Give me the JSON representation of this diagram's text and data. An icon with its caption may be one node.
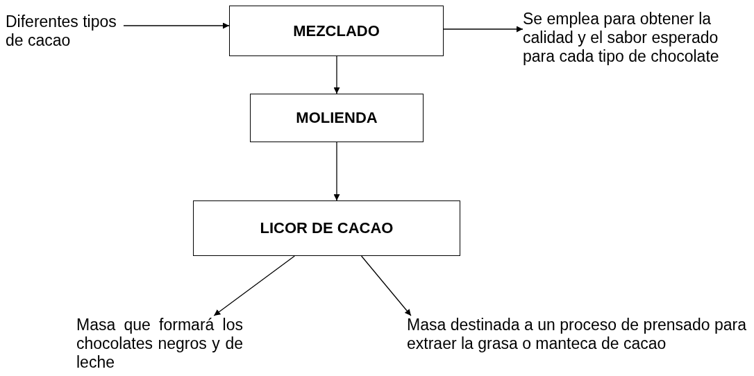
{
  "diagram": {
    "nodes": [
      {
        "text": [
          "Diferentes tipos de cacao"
        ]
      },
      {
        "text": [
          "MEZCLADO"
        ]
      },
      {
        "text": [
          "Se emplea para obtener la calidad y el sabor esperado para cada tipo de chocolate"
        ]
      },
      {
        "text": [
          "MOLIENDA"
        ]
      },
      {
        "text": [
          "LICOR DE CACAO"
        ]
      },
      {
        "text": [
          "Masa que formará los chocolates negros y de leche"
        ]
      },
      {
        "text": [
          "Masa destinada a un proceso de prensado para extraer la grasa o manteca de cacao"
        ]
      }
    ],
    "edges": [
      {
        "from": 0,
        "to": 1,
        "arrow": "to"
      },
      {
        "from": 1,
        "to": 2,
        "arrow": "to"
      },
      {
        "from": 1,
        "to": 3,
        "arrow": "to"
      },
      {
        "from": 3,
        "to": 4,
        "arrow": "to"
      },
      {
        "from": 4,
        "to": 5,
        "arrow": "to"
      },
      {
        "from": 4,
        "to": 6,
        "arrow": "to"
      }
    ]
  }
}
